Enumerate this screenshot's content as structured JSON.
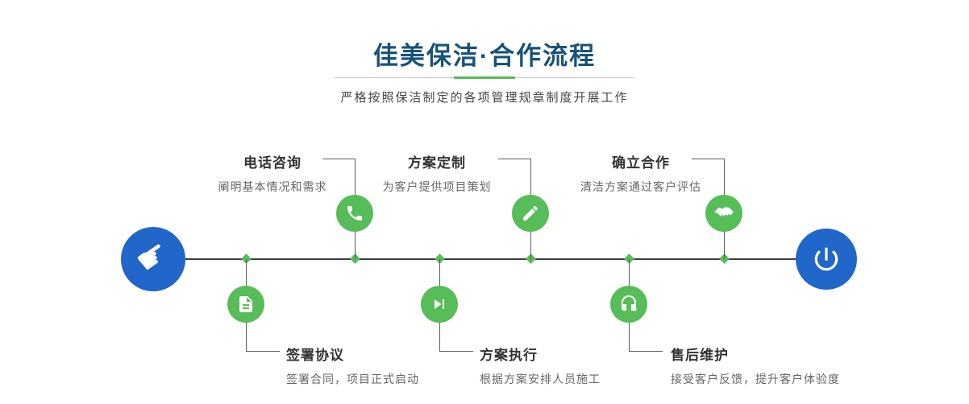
{
  "header": {
    "title": "佳美保洁·合作流程",
    "subtitle": "严格按照保洁制定的各项管理规章制度开展工作"
  },
  "steps": {
    "top": [
      {
        "title": "电话咨询",
        "desc": "阐明基本情况和需求",
        "icon": "phone-icon"
      },
      {
        "title": "方案定制",
        "desc": "为客户提供项目策划",
        "icon": "pen-icon"
      },
      {
        "title": "确立合作",
        "desc": "清洁方案通过客户评估",
        "icon": "handshake-icon"
      }
    ],
    "bottom": [
      {
        "title": "签署协议",
        "desc": "签署合同，项目正式启动",
        "icon": "document-icon"
      },
      {
        "title": "方案执行",
        "desc": "根据方案安排人员施工",
        "icon": "play-icon"
      },
      {
        "title": "售后维护",
        "desc": "接受客户反馈，提升客户体验度",
        "icon": "headset-icon"
      }
    ]
  },
  "endpoints": {
    "start_icon": "hand-pointer-icon",
    "end_icon": "power-icon"
  },
  "colors": {
    "accent_green": "#57bd58",
    "brand_blue": "#2166c9",
    "title_color": "#175379",
    "timeline_color": "#3d3d3d"
  }
}
